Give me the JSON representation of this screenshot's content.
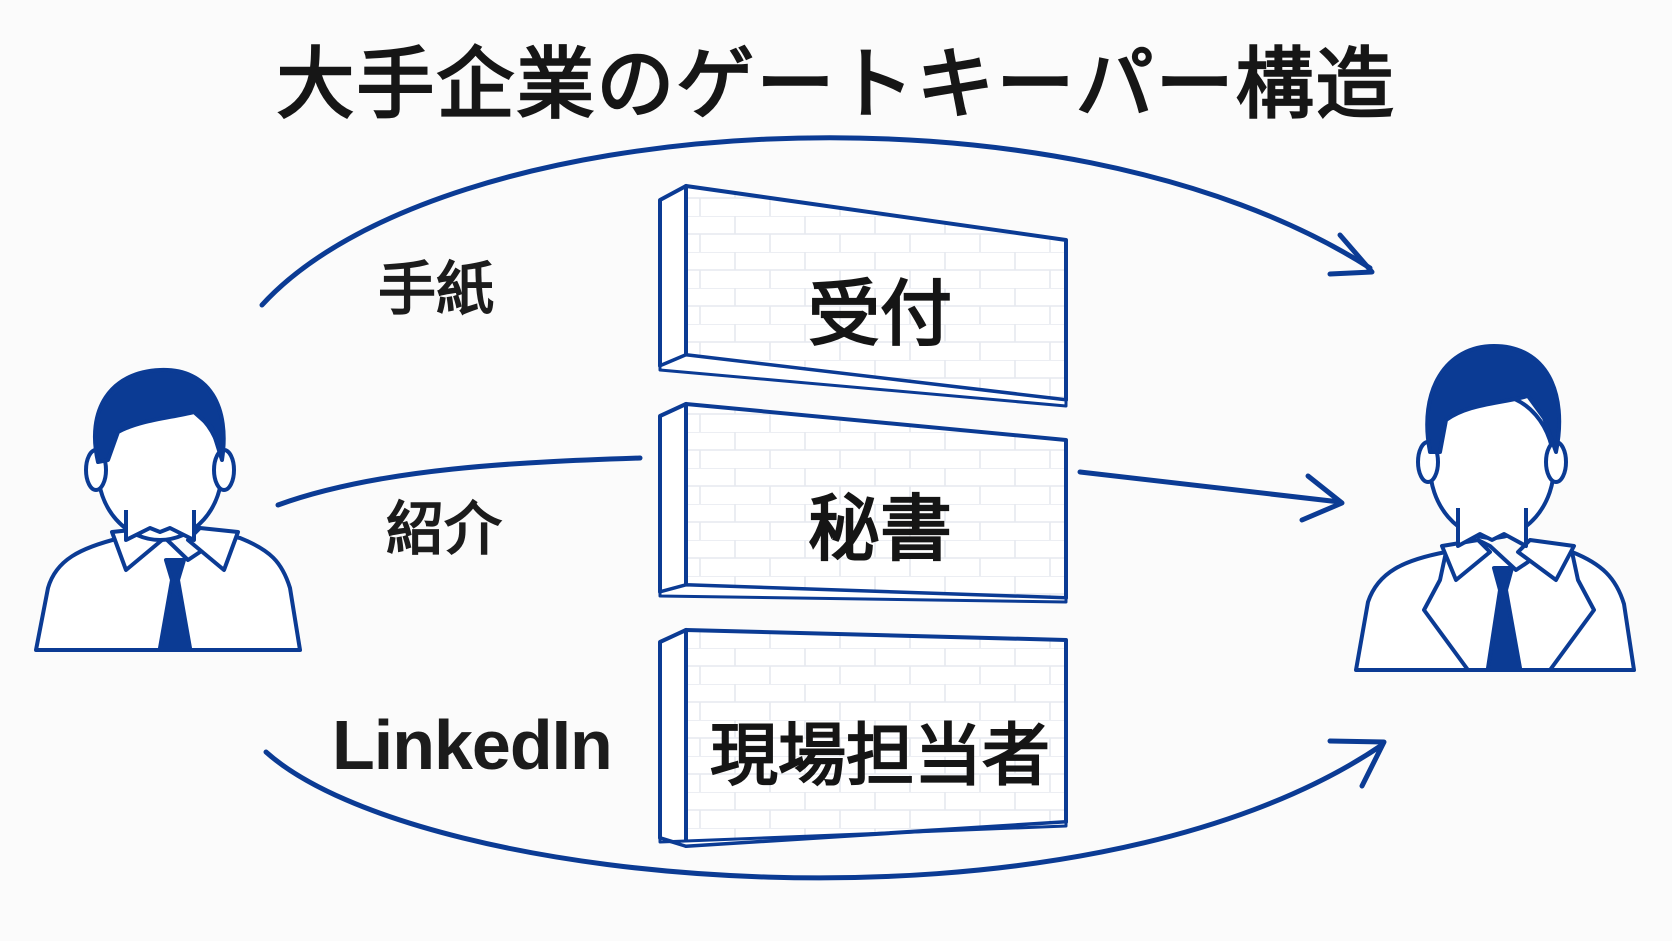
{
  "title": "大手企業のゲートキーパー構造",
  "routes": {
    "letter": "手紙",
    "introduction": "紹介",
    "linkedin": "LinkedIn"
  },
  "walls": {
    "reception": "受付",
    "secretary": "秘書",
    "staff": "現場担当者"
  },
  "colors": {
    "primary": "#0b3b94",
    "wall_fill": "#ffffff",
    "text": "#161616"
  }
}
